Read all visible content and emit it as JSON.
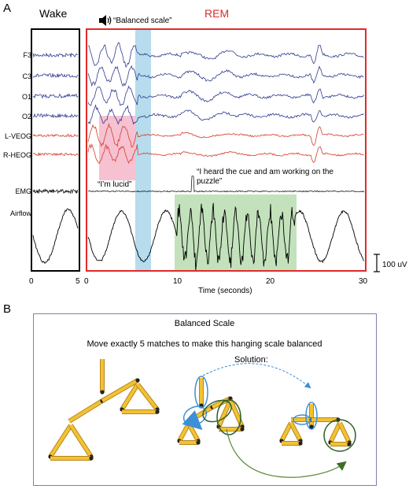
{
  "panel_a": {
    "letter": "A",
    "wake_label": "Wake",
    "rem_label": "REM",
    "cue_label": "“Balanced scale”",
    "lucid_label": "“I’m lucid”",
    "heard_label": "“I heard the cue and am working on the puzzle”",
    "channels": [
      "F3",
      "C3",
      "O1",
      "O2",
      "L-VEOG",
      "R-HEOG",
      "EMG",
      "Airflow"
    ],
    "scale_bar": "100 uV",
    "x_label": "Time (seconds)",
    "wake_ticks": [
      "0",
      "5"
    ],
    "rem_ticks": [
      "0",
      "10",
      "20",
      "30"
    ],
    "colors": {
      "eeg": "#2f3a8f",
      "eog": "#d63a2a",
      "rem": "#e02a2a",
      "cue_band": "#a9d6ea",
      "lucid_band": "#f4b6c8",
      "airflow_band": "#b8ddb0"
    }
  },
  "panel_b": {
    "letter": "B",
    "title": "Balanced Scale",
    "instruction": "Move exactly 5 matches to make this hanging scale balanced",
    "solution_label": "Solution:",
    "colors": {
      "match": "#f2c233",
      "match_edge": "#b8861a",
      "blue_circle": "#3d8fd6",
      "green_circle": "#2e5e2a",
      "green_arrow": "#5a8c3a"
    }
  }
}
